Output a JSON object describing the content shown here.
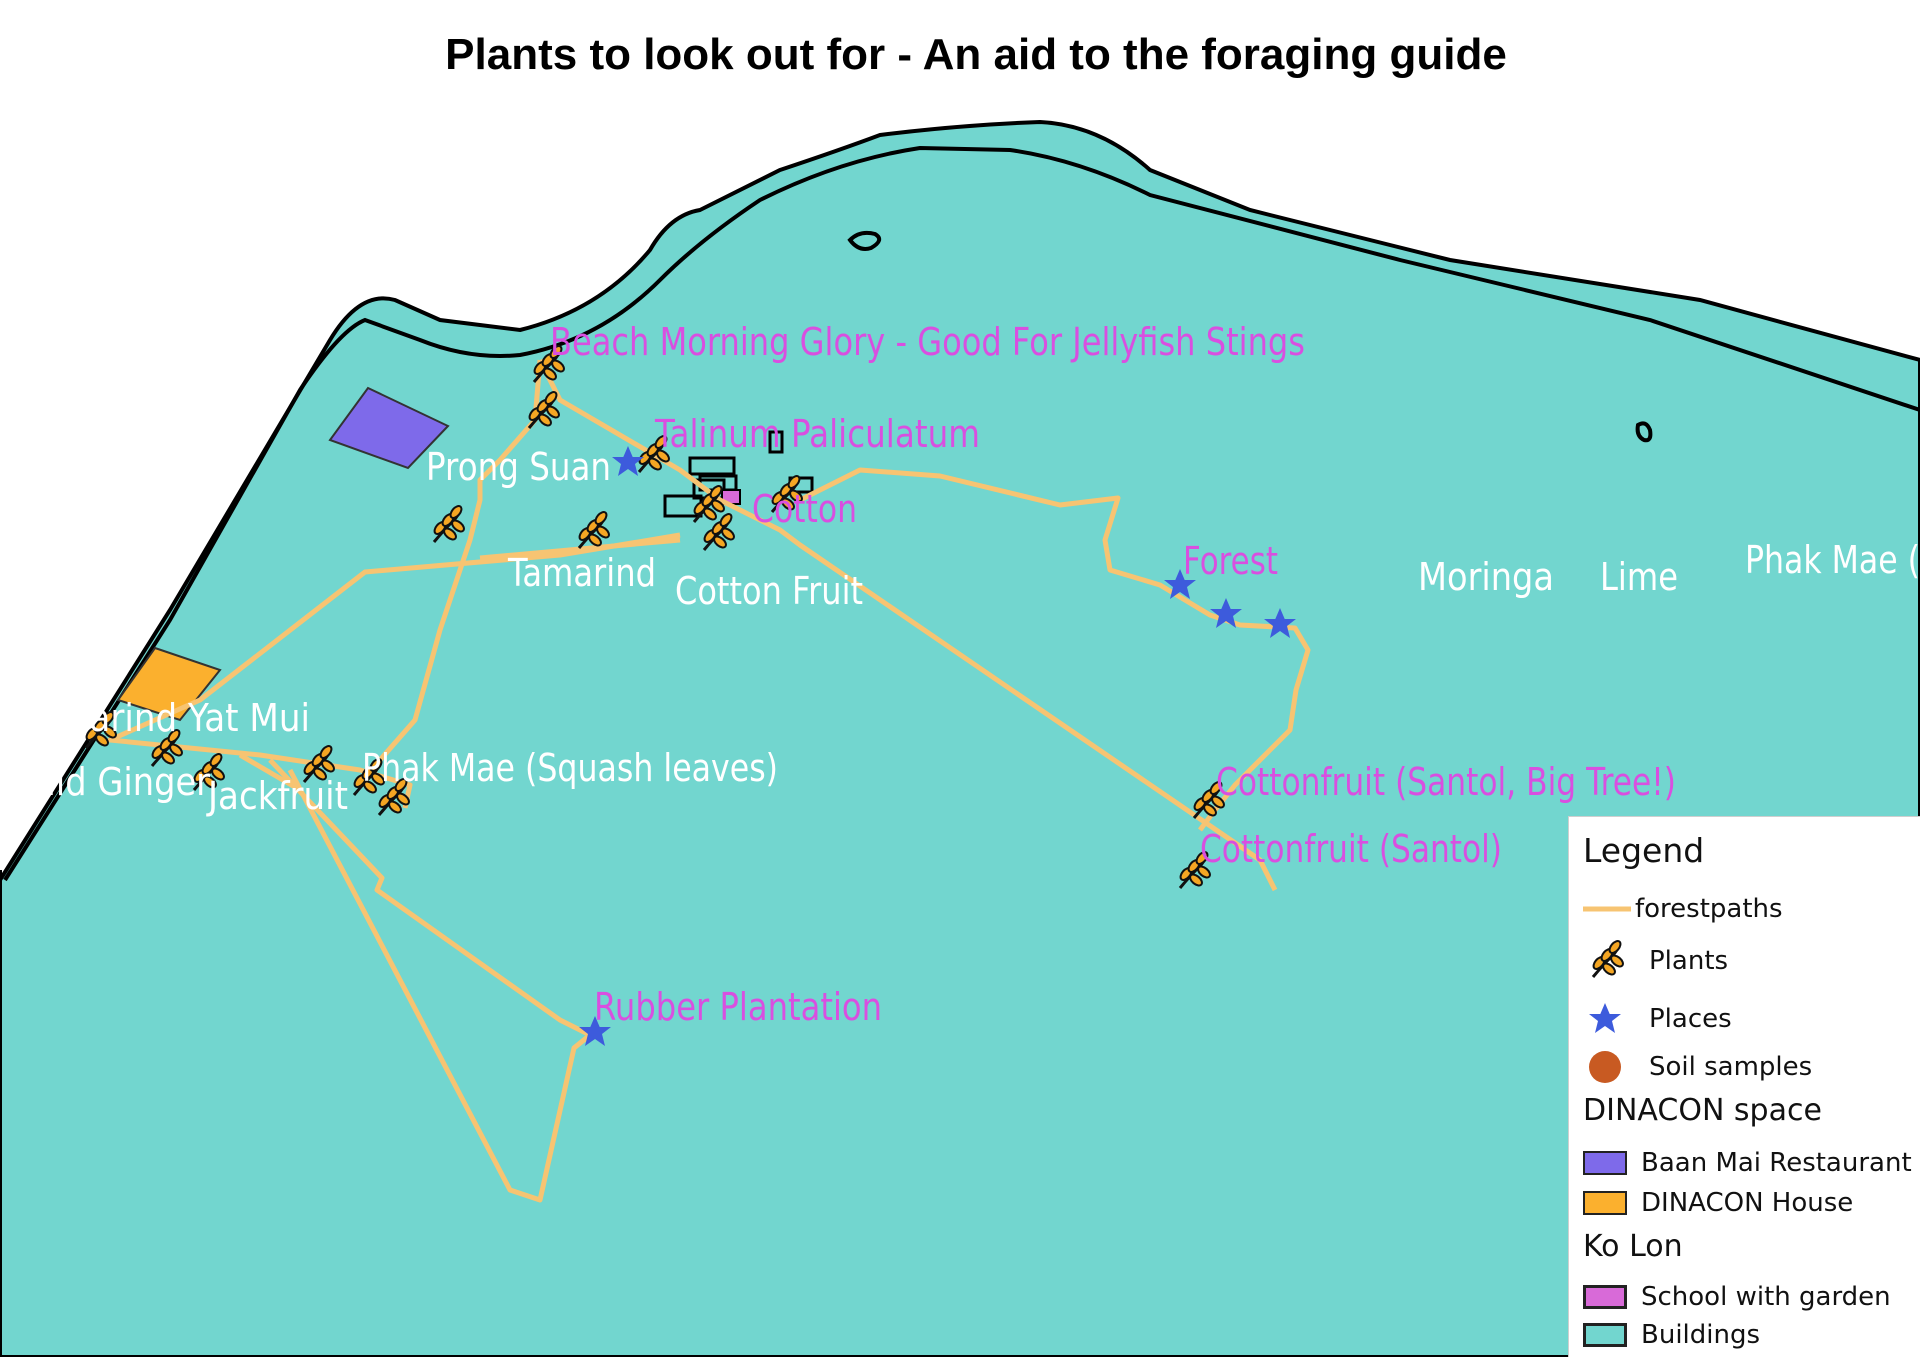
{
  "title": "Plants to look out for - An aid to the foraging guide",
  "colors": {
    "sea_land": "#72d6cf",
    "path": "#f7c472",
    "plant": "#f5a623",
    "place": "#3d5bdc",
    "soil": "#c85a22",
    "restaurant": "#7e6aea",
    "house": "#fbb02e",
    "school": "#d86ad8",
    "label_white": "#ffffff",
    "label_pink": "#d94fe0"
  },
  "labels": {
    "beach_morning_glory": "Beach Morning Glory - Good For Jellyfish Stings",
    "talinum": "Talinum Paliculatum",
    "prong_suan": "Prong Suan",
    "cotton": "Cotton",
    "tamarind": "Tamarind",
    "cotton_fruit": "Cotton Fruit",
    "forest": "Forest",
    "moringa": "Moringa",
    "lime": "Lime",
    "phak_mae_right": "Phak Mae (",
    "tamarind_yat_mui": "Tamarind Yat Mui",
    "wild_ginger": "Wild Ginger",
    "jackfruit": "Jackfruit",
    "phak_mae": "Phak Mae (Squash leaves)",
    "cottonfruit_big_tree": "Cottonfruit (Santol, Big Tree!)",
    "cottonfruit_santol": "Cottonfruit (Santol)",
    "rubber_plantation": "Rubber Plantation"
  },
  "legend": {
    "title": "Legend",
    "items": [
      {
        "label": "forestpaths",
        "icon": "path-line-icon"
      },
      {
        "label": "Plants",
        "icon": "plant-icon"
      },
      {
        "label": "Places",
        "icon": "star-icon"
      },
      {
        "label": "Soil samples",
        "icon": "soil-dot-icon"
      }
    ],
    "group_dinacon": "DINACON space",
    "dinacon_items": [
      "Baan Mai Restaurant",
      "DINACON House"
    ],
    "group_kolon": "Ko Lon",
    "kolon_items": [
      "School with garden",
      "Buildings"
    ]
  }
}
